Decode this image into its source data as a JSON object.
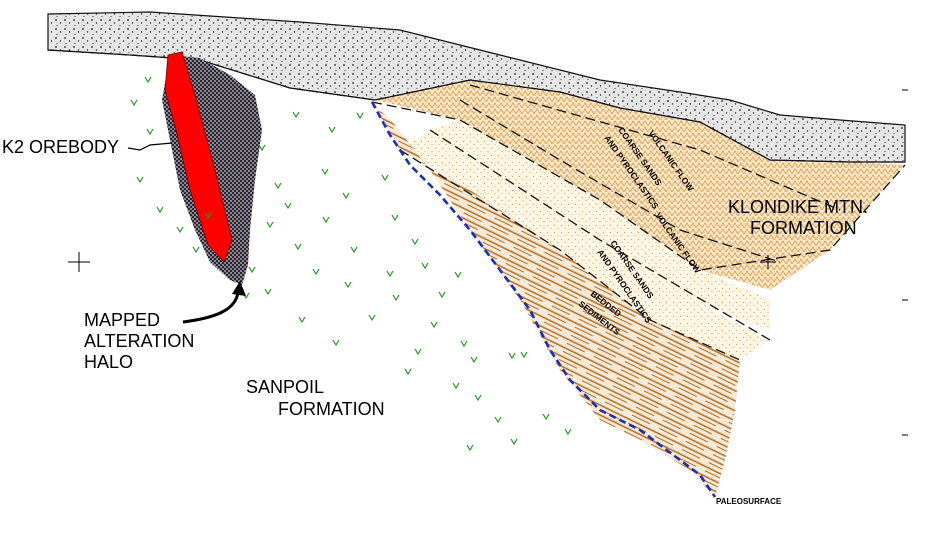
{
  "labels": {
    "k2_orebody": "K2 OREBODY",
    "mapped_alteration_halo": [
      "MAPPED",
      "ALTERATION",
      "HALO"
    ],
    "sanpoil_formation": [
      "SANPOIL",
      "FORMATION"
    ],
    "klondike_formation": [
      "KLONDIKE MTN.",
      "FORMATION"
    ],
    "paleosurface": "PALEOSURFACE",
    "volcanic_flow": "VOLCANIC FLOW",
    "coarse_sands_pyroclastics": [
      "COARSE SANDS",
      "AND PYROCLASTICS"
    ],
    "bedded_sediments": [
      "BEDDED",
      "SEDIMENTS"
    ]
  },
  "colors": {
    "orebody": "#ff0000",
    "alteration_halo": "#5a5560",
    "sanpoil_ticks": "#1f9a1f",
    "paleosurface_line": "#1a2fb5",
    "bedded_sediments": "#b86a1c",
    "klondike_volcanic": "#d9a055",
    "coarse_sands": "#e8c27a",
    "overburden": "#e6e6e6"
  }
}
